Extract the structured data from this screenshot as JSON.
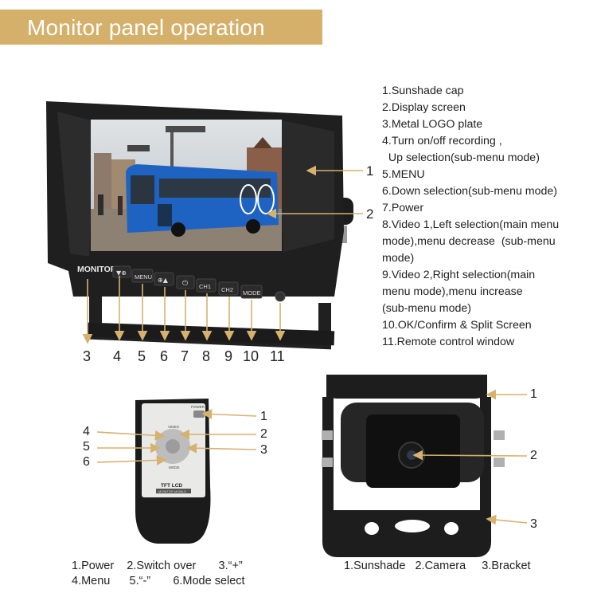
{
  "banner": {
    "title": "Monitor panel operation"
  },
  "monitor": {
    "specs": [
      "1.Sunshade cap",
      "2.Display screen",
      "3.Metal LOGO plate",
      "4.Turn on/off recording ,",
      "  Up selection(sub-menu mode)",
      "5.MENU",
      "6.Down selection(sub-menu mode)",
      "7.Power",
      "8.Video 1,Left selection(main menu",
      "mode),menu decrease  (sub-menu",
      "mode)",
      "9.Video 2,Right selection(main",
      "menu mode),menu increase",
      "(sub-menu mode)",
      "10.OK/Confirm & Split Screen",
      "11.Remote control window"
    ],
    "callouts": [
      "1",
      "2"
    ],
    "button_numbers": [
      "3",
      "4",
      "5",
      "6",
      "7",
      "8",
      "9",
      "10",
      "11"
    ],
    "logo": "MONITOR",
    "buttons": [
      "MENU",
      "CH1",
      "CH2",
      "MODE"
    ]
  },
  "remote": {
    "callouts_right": [
      "1",
      "2",
      "3"
    ],
    "callouts_left": [
      "4",
      "5",
      "6"
    ],
    "labels": {
      "power": "POWER",
      "video": "VIDEO",
      "mode": "MODE",
      "brand": "TFT LCD",
      "sub": "MONITOR MOBILE"
    },
    "legend_line1": "1.Power    2.Switch over       3.“+”",
    "legend_line2": "4.Menu      5.“-”       6.Mode select"
  },
  "camera": {
    "callouts": [
      "1",
      "2",
      "3"
    ],
    "legend": "1.Sunshade   2.Camera     3.Bracket"
  },
  "colors": {
    "accent": "#d4b06a",
    "arrow": "#d6b16f",
    "device": "#1d1d1d"
  }
}
